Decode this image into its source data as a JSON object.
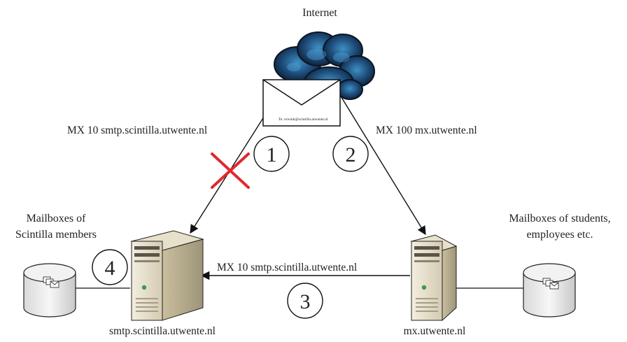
{
  "internet_label": "Internet",
  "envelope_text": "To: erwinh@scintilla.utwente.nl",
  "route_labels": {
    "mx10_top": "MX 10 smtp.scintilla.utwente.nl",
    "mx100": "MX 100 mx.utwente.nl",
    "mx10_forward": "MX 10 smtp.scintilla.utwente.nl"
  },
  "steps": [
    "1",
    "2",
    "3",
    "4"
  ],
  "left_mailbox_caption": [
    "Mailboxes of",
    "Scintilla members"
  ],
  "right_mailbox_caption": [
    "Mailboxes of students,",
    "employees etc."
  ],
  "left_server_label": "smtp.scintilla.utwente.nl",
  "right_server_label": "mx.utwente.nl",
  "colors": {
    "fail_cross": "#e0282e",
    "cloud": "#1d3a60",
    "server": "#e8e1cf"
  }
}
